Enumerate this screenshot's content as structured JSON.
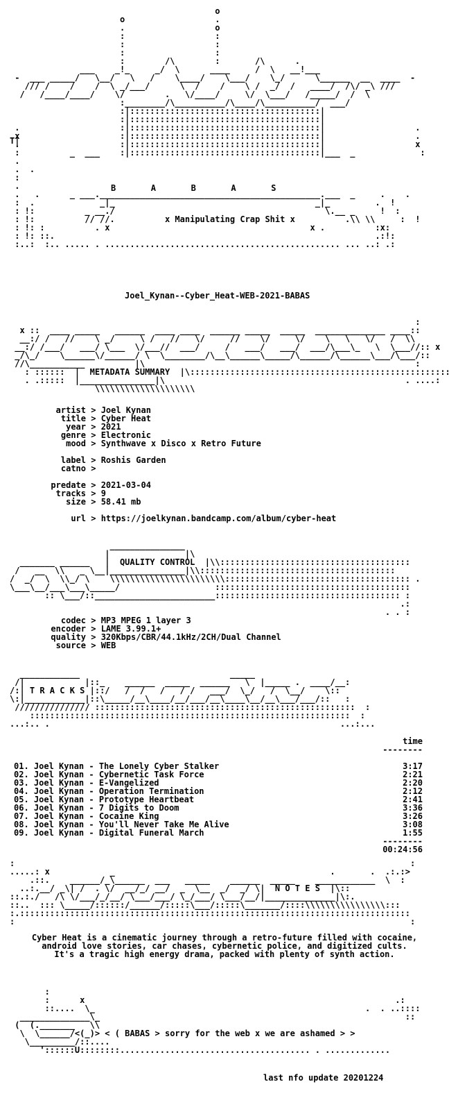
{
  "header": {
    "group_letters": "B       A       B       A       S",
    "tagline": "x Manipulating Crap Shit x"
  },
  "release_name": "Joel_Kynan--Cyber_Heat-WEB-2021-BABAS",
  "metadata": {
    "section_title": "METADATA SUMMARY",
    "fields": [
      {
        "key": "artist",
        "value": "Joel Kynan"
      },
      {
        "key": "title",
        "value": "Cyber Heat"
      },
      {
        "key": "year",
        "value": "2021"
      },
      {
        "key": "genre",
        "value": "Electronic"
      },
      {
        "key": "mood",
        "value": "Synthwave x Disco x Retro Future"
      },
      {
        "key": "label",
        "value": "Roshis Garden"
      },
      {
        "key": "catno",
        "value": ""
      },
      {
        "key": "predate",
        "value": "2021-03-04"
      },
      {
        "key": "tracks",
        "value": "9"
      },
      {
        "key": "size",
        "value": "58.41 mb"
      },
      {
        "key": "url",
        "value": "https://joelkynan.bandcamp.com/album/cyber-heat"
      }
    ]
  },
  "quality": {
    "section_title": "QUALITY CONTROL",
    "fields": [
      {
        "key": "codec",
        "value": "MP3 MPEG 1 layer 3"
      },
      {
        "key": "encoder",
        "value": "LAME 3.99.1+"
      },
      {
        "key": "quality",
        "value": "320Kbps/CBR/44.1kHz/2CH/Dual Channel"
      },
      {
        "key": "source",
        "value": "WEB"
      }
    ]
  },
  "tracks": {
    "section_title": "T R A C K S",
    "time_header": "time",
    "items": [
      {
        "label": "01. Joel Kynan - The Lonely Cyber Stalker",
        "time": "3:17"
      },
      {
        "label": "02. Joel Kynan - Cybernetic Task Force",
        "time": "2:21"
      },
      {
        "label": "03. Joel Kynan - E-Vangelized",
        "time": "2:20"
      },
      {
        "label": "04. Joel Kynan - Operation Termination",
        "time": "2:12"
      },
      {
        "label": "05. Joel Kynan - Prototype Heartbeat",
        "time": "2:41"
      },
      {
        "label": "06. Joel Kynan - 7 Digits to Doom",
        "time": "3:36"
      },
      {
        "label": "07. Joel Kynan - Cocaine King",
        "time": "3:26"
      },
      {
        "label": "08. Joel Kynan - You'll Never Take Me Alive",
        "time": "3:08"
      },
      {
        "label": "09. Joel Kynan - Digital Funeral March",
        "time": "1:55"
      }
    ],
    "total": "00:24:56"
  },
  "notes": {
    "section_title": "N O T E S",
    "text": "Cyber Heat is a cinematic journey through a retro-future filled with cocaine, android love stories, car chases, cybernetic police, and digitized cults. It's a tragic high energy drama, packed with plenty of synth action."
  },
  "footer": {
    "message": "< ( BABAS > sorry for the web x we are ashamed > >",
    "update": "last nfo update 20201224"
  }
}
